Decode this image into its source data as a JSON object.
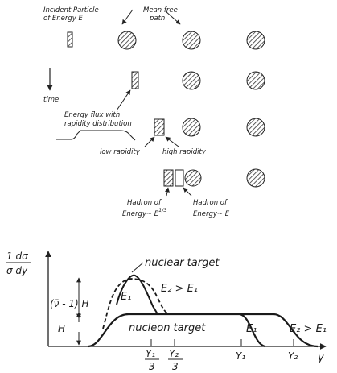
{
  "diagram": {
    "labels": {
      "incident_l1": "Incident Particle",
      "incident_l2": "of Energy E",
      "mfp_l1": "Mean free",
      "mfp_l2": "path",
      "time": "time",
      "flux_l1": "Energy flux with",
      "flux_l2": "rapidity distribution",
      "low_rapidity": "low rapidity",
      "high_rapidity": "high rapidity",
      "hadron_low_l1": "Hadron of",
      "hadron_low_l2": "Energy~ E",
      "hadron_low_sup": "1/3",
      "hadron_high_l1": "Hadron of",
      "hadron_high_l2": "Energy~ E"
    }
  },
  "graph": {
    "ylabel_num": "1 dσ",
    "ylabel_den": "σ dy",
    "nuclear_target": "nuclear target",
    "nucleon_target": "nucleon target",
    "e2_gt_e1": "E₂ > E₁",
    "e1": "E₁",
    "e1_right": "E₁",
    "e2_gt_e1_right": "E₂ > E₁",
    "nu_h": "(ν̄ - 1) H",
    "h": "H",
    "x_axis": "y",
    "y1_num": "Y₁",
    "y2_num": "Y₂",
    "three": "3",
    "y1": "Y₁",
    "y2": "Y₂"
  }
}
